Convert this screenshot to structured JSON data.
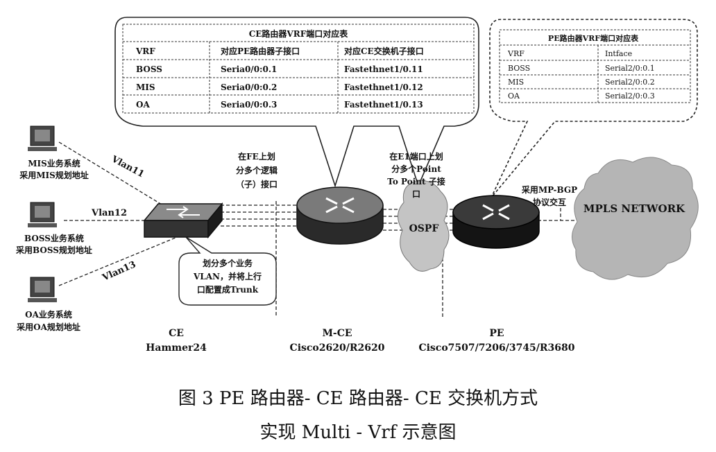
{
  "ce_table": {
    "title": "CE路由器VRF端口对应表",
    "headers": [
      "VRF",
      "对应PE路由器子接口",
      "对应CE交换机子接口"
    ],
    "rows": [
      [
        "BOSS",
        "Seria0/0:0.1",
        "Fastethnet1/0.11"
      ],
      [
        "MIS",
        "Seria0/0:0.2",
        "Fastethnet1/0.12"
      ],
      [
        "OA",
        "Seria0/0:0.3",
        "Fastethnet1/0.13"
      ]
    ]
  },
  "pe_table": {
    "title": "PE路由器VRF端口对应表",
    "headers": [
      "VRF",
      "Intface"
    ],
    "rows": [
      [
        "BOSS",
        "Serial2/0:0.1"
      ],
      [
        "MIS",
        "Serial2/0:0.2"
      ],
      [
        "OA",
        "Serial2/0:0.3"
      ]
    ]
  },
  "hosts": {
    "mis": [
      "MIS业务系统",
      "采用MIS规划地址"
    ],
    "boss": [
      "BOSS业务系统",
      "采用BOSS规划地址"
    ],
    "oa": [
      "OA业务系统",
      "采用OA规划地址"
    ]
  },
  "vlans": {
    "v11": "Vlan11",
    "v12": "Vlan12",
    "v13": "Vlan13"
  },
  "notes": {
    "fe": [
      "在FE上划",
      "分多个逻辑",
      "（子）接口"
    ],
    "e1": [
      "在E1端口上划",
      "分多个Point",
      "To Point 子接",
      "口"
    ],
    "bgp": [
      "采用MP-BGP",
      "协议交互"
    ],
    "switch": [
      "划分多个业务",
      "VLAN，并将上行",
      "口配置成Trunk"
    ]
  },
  "ospf": "OSPF",
  "mpls": "MPLS NETWORK",
  "devices": {
    "ce": [
      "CE",
      "Hammer24"
    ],
    "mce": [
      "M-CE",
      "Cisco2620/R2620"
    ],
    "pe": [
      "PE",
      "Cisco7507/7206/3745/R3680"
    ]
  },
  "caption": {
    "line1": "图 3   PE 路由器- CE 路由器- CE 交换机方式",
    "line2": "实现 Multi - Vrf 示意图"
  }
}
